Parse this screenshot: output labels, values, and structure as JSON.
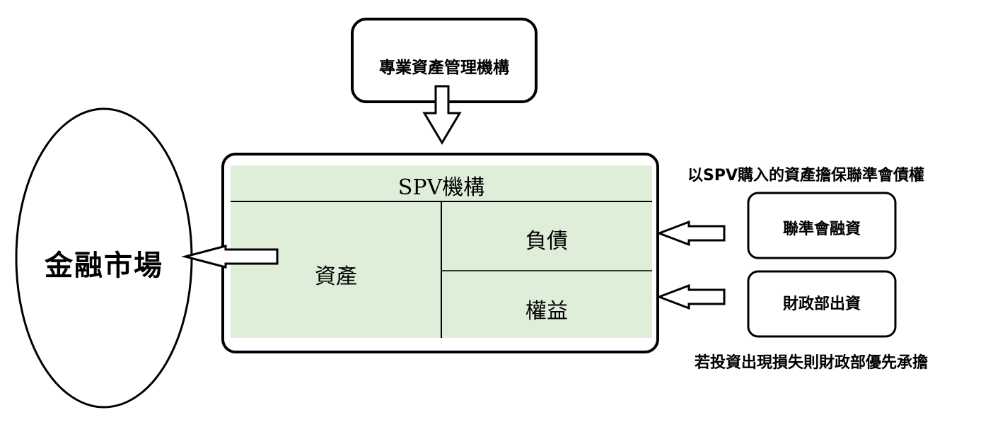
{
  "top_box": {
    "label": "專業資產管理機構"
  },
  "market": {
    "label": "金融市場"
  },
  "spv": {
    "title": "SPV機構",
    "assets_label": "資產",
    "liabilities_label": "負債",
    "equity_label": "權益",
    "fill_color": "#dfeed9"
  },
  "fed_box": {
    "label": "聯準會融資"
  },
  "treasury_box": {
    "label": "財政部出資"
  },
  "notes": {
    "top": "以SPV購入的資產擔保聯準會債權",
    "bottom": "若投資出現損失則財政部優先承擔"
  }
}
